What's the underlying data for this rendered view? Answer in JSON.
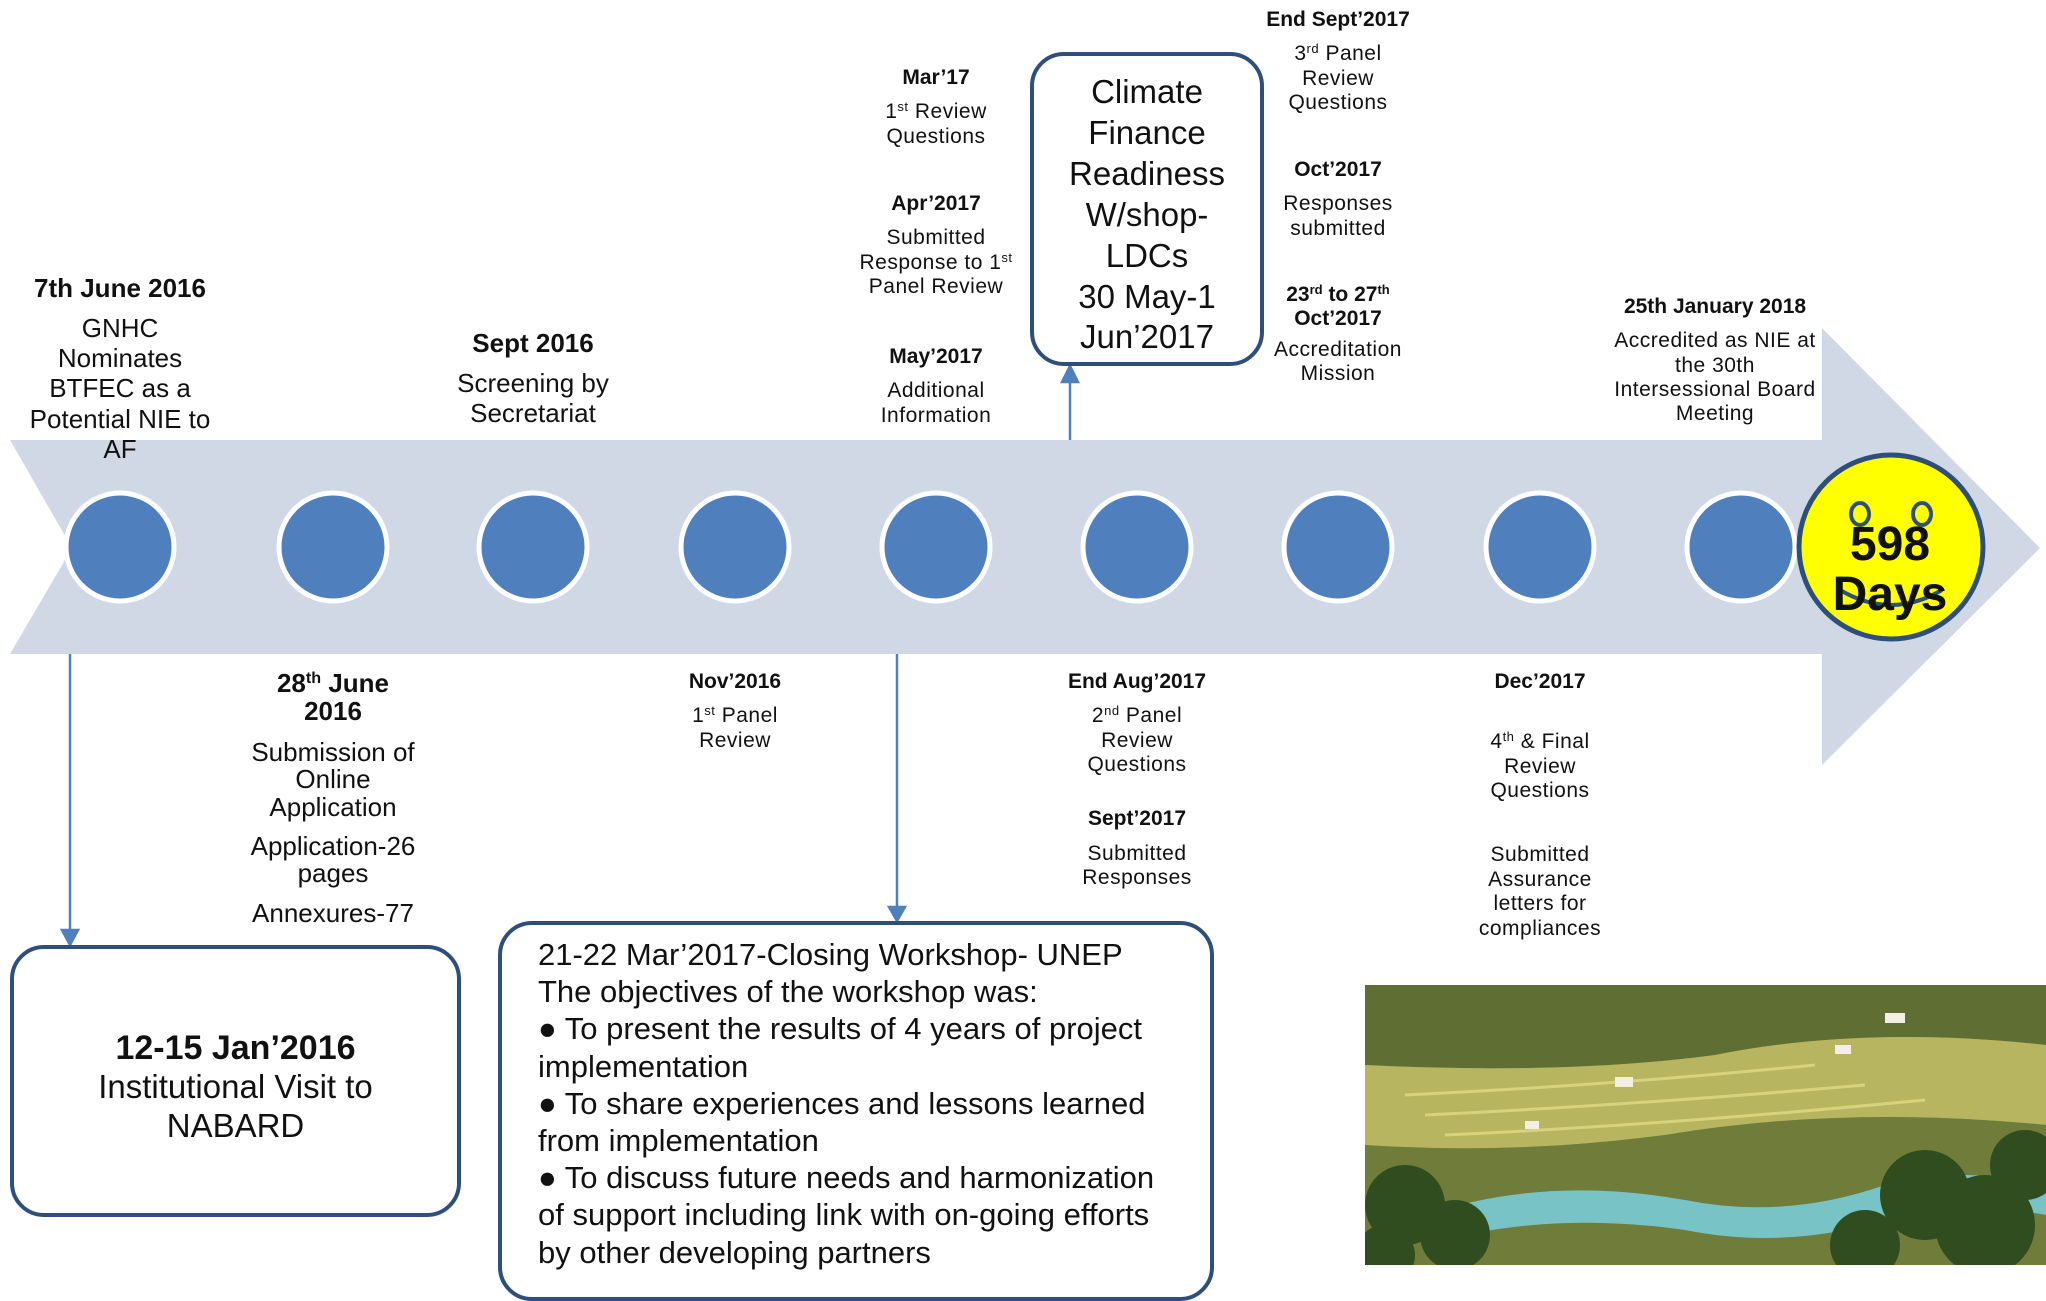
{
  "timeline": {
    "top_labels": [
      {
        "heading": "7th June 2016",
        "lines": [
          "GNHC Nominates",
          "BTFEC as a",
          "Potential NIE to",
          "AF"
        ]
      },
      {
        "heading": "Sept 2016",
        "lines": [
          "Screening by",
          "Secretariat"
        ]
      },
      {
        "heading": "Mar’17",
        "sup": "st",
        "text_a": "1",
        "text_b": " Review",
        "line2": "Questions"
      },
      {
        "heading": "Apr’2017",
        "line1": "Submitted",
        "line2a": "Response to 1",
        "line2sup": "st",
        "line3": "Panel Review"
      },
      {
        "heading": "May’2017",
        "line1": "Additional",
        "line2": "Information"
      },
      {
        "heading": "End Sept’2017",
        "line1a": "3",
        "line1sup": "rd",
        "line1b": " Panel",
        "line2": "Review",
        "line3": "Questions"
      },
      {
        "heading": "Oct’2017",
        "line1": "Responses",
        "line2": "submitted"
      },
      {
        "heading_a": "23",
        "heading_sup1": "rd",
        "heading_b": " to 27",
        "heading_sup2": "th",
        "heading_c": "Oct’2017",
        "line1": "Accreditation",
        "line2": "Mission"
      },
      {
        "heading": "25th January 2018",
        "lines": [
          "Accredited as NIE at",
          "the 30th",
          "Intersessional Board",
          "Meeting"
        ]
      }
    ],
    "bottom_labels": [
      {
        "heading_a": "28",
        "heading_sup": "th",
        "heading_b": " June",
        "heading_c": "2016",
        "lines": [
          "Submission of",
          "Online",
          "Application"
        ],
        "line_app": "Application-26",
        "line_pages": "pages",
        "line_annex": "Annexures-77"
      },
      {
        "heading": "Nov’2016",
        "line1a": "1",
        "line1sup": "st",
        "line1b": " Panel",
        "line2": "Review"
      },
      {
        "heading": "End Aug’2017",
        "line1a": "2",
        "line1sup": "nd",
        "line1b": " Panel",
        "line2": "Review",
        "line3": "Questions",
        "heading2": "Sept’2017",
        "line4": "Submitted",
        "line5": "Responses"
      },
      {
        "heading": "Dec’2017",
        "line1a": "4",
        "line1sup": "th",
        "line1b": " & Final",
        "line2": "Review",
        "line3": "Questions",
        "line4": "Submitted",
        "line5": "Assurance",
        "line6": "letters for",
        "line7": "compliances"
      }
    ]
  },
  "boxes": {
    "nabard": {
      "heading": "12-15 Jan’2016",
      "line1": "Institutional Visit to",
      "line2": "NABARD"
    },
    "workshop": {
      "lines": [
        "21-22 Mar’2017-Closing Workshop- UNEP",
        "The objectives of the workshop was:",
        "● To present the results of 4 years of project implementation",
        "● To share experiences and lessons learned from implementation",
        "● To discuss future needs and harmonization of support including link with on-going efforts by other developing partners"
      ]
    },
    "readiness": {
      "lines": [
        "Climate",
        "Finance",
        "Readiness",
        "W/shop-",
        "LDCs",
        "30 May-1",
        "Jun’2017"
      ]
    }
  },
  "face": {
    "number": "598",
    "unit": "Days"
  },
  "colors": {
    "arrow": "#d0d8e6",
    "circle": "#4f80bd",
    "face": "#ffff00",
    "box_border": "#2e4f7c"
  }
}
